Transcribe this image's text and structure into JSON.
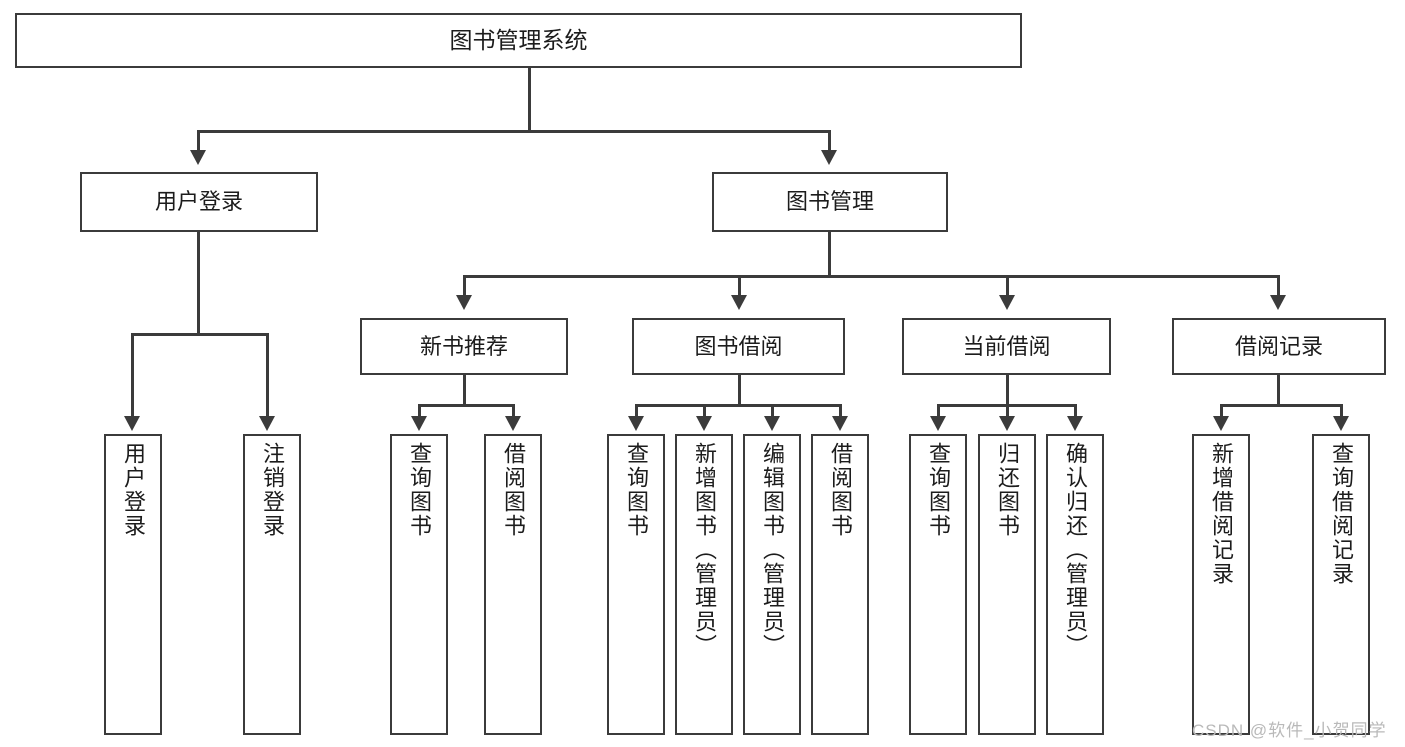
{
  "diagram": {
    "type": "tree-hierarchy",
    "title": "图书管理系统",
    "root": {
      "label": "图书管理系统"
    },
    "level2": [
      {
        "label": "用户登录"
      },
      {
        "label": "图书管理"
      }
    ],
    "level3": [
      {
        "label": "新书推荐"
      },
      {
        "label": "图书借阅"
      },
      {
        "label": "当前借阅"
      },
      {
        "label": "借阅记录"
      }
    ],
    "leaves": {
      "user_login": [
        {
          "label": "用户登录"
        },
        {
          "label": "注销登录"
        }
      ],
      "new_book_recommend": [
        {
          "label": "查询图书"
        },
        {
          "label": "借阅图书"
        }
      ],
      "book_borrow": [
        {
          "label": "查询图书"
        },
        {
          "label": "新增图书（管理员）"
        },
        {
          "label": "编辑图书（管理员）"
        },
        {
          "label": "借阅图书"
        }
      ],
      "current_borrow": [
        {
          "label": "查询图书"
        },
        {
          "label": "归还图书"
        },
        {
          "label": "确认归还（管理员）"
        }
      ],
      "borrow_record": [
        {
          "label": "新增借阅记录"
        },
        {
          "label": "查询借阅记录"
        }
      ]
    },
    "watermark": "CSDN @软件_小贺同学",
    "colors": {
      "stroke": "#3b3b3b",
      "text": "#1c1c1c",
      "background": "#ffffff",
      "watermark": "#b9b9b9"
    }
  }
}
